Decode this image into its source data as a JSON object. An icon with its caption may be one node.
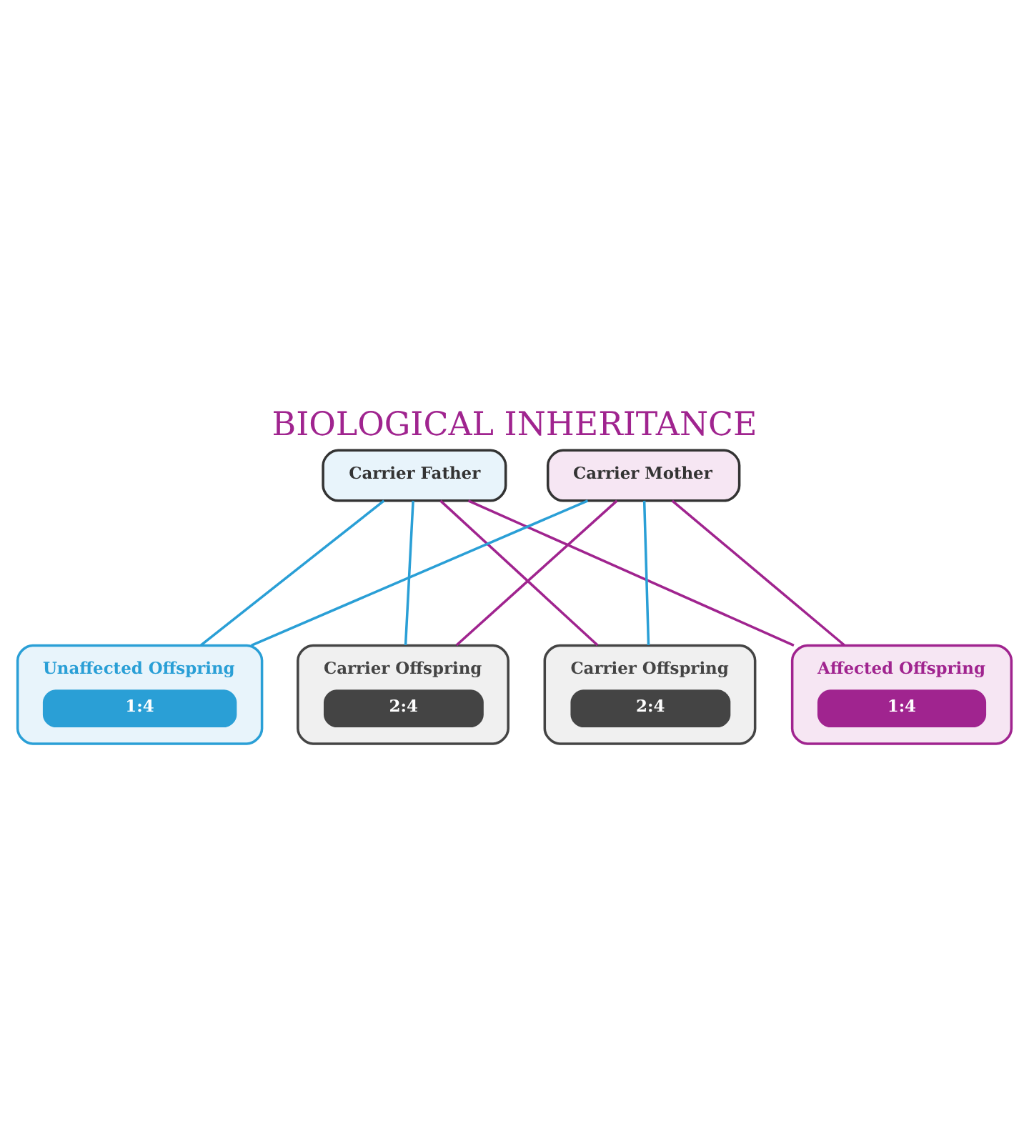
{
  "diagram": {
    "title": "BIOLOGICAL INHERITANCE",
    "nodes": [
      {
        "text": [
          "Carrier Father"
        ]
      },
      {
        "text": [
          "Carrier Mother"
        ]
      },
      {
        "text": [
          "Unaffected Offspring",
          "1:4"
        ]
      },
      {
        "text": [
          "Carrier Offspring",
          "2:4"
        ]
      },
      {
        "text": [
          "Carrier Offspring",
          "2:4"
        ]
      },
      {
        "text": [
          "Affected Offspring",
          "1:4"
        ]
      }
    ],
    "edges": [
      {
        "from": 0,
        "to": 2,
        "arrow": "none",
        "color": "#2a9fd6"
      },
      {
        "from": 1,
        "to": 2,
        "arrow": "none",
        "color": "#2a9fd6"
      },
      {
        "from": 0,
        "to": 3,
        "arrow": "none",
        "color": "#2a9fd6"
      },
      {
        "from": 1,
        "to": 3,
        "arrow": "none",
        "color": "#a0248f"
      },
      {
        "from": 0,
        "to": 4,
        "arrow": "none",
        "color": "#a0248f"
      },
      {
        "from": 1,
        "to": 4,
        "arrow": "none",
        "color": "#2a9fd6"
      },
      {
        "from": 0,
        "to": 5,
        "arrow": "none",
        "color": "#a0248f"
      },
      {
        "from": 1,
        "to": 5,
        "arrow": "none",
        "color": "#a0248f"
      }
    ]
  }
}
